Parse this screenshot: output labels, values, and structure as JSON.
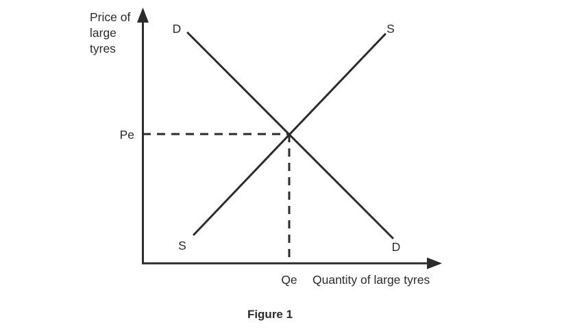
{
  "figure": {
    "caption": "Figure 1",
    "background_color": "#ffffff",
    "ink_color": "#2b2b2e"
  },
  "axes": {
    "y_axis_label_lines": [
      "Price of",
      "large",
      "tyres"
    ],
    "x_axis_label": "Quantity of large tyres",
    "y_tick_label": "Pe",
    "x_tick_label": "Qe"
  },
  "curves": {
    "demand": {
      "label_top": "D",
      "label_bottom": "D",
      "name": "demand-curve"
    },
    "supply": {
      "label_top": "S",
      "label_bottom": "S",
      "name": "supply-curve"
    }
  },
  "chart_data": {
    "type": "line",
    "title": "Figure 1",
    "xlabel": "Quantity of large tyres",
    "ylabel": "Price of large tyres",
    "grid": false,
    "legend": "inline-curve-labels",
    "xlim": [
      0,
      100
    ],
    "ylim": [
      0,
      100
    ],
    "x_tick_labels": [
      "Qe"
    ],
    "y_tick_labels": [
      "Pe"
    ],
    "annotations": [
      {
        "text": "D",
        "role": "demand-curve-upper-label"
      },
      {
        "text": "S",
        "role": "supply-curve-upper-label"
      },
      {
        "text": "S",
        "role": "supply-curve-lower-label"
      },
      {
        "text": "D",
        "role": "demand-curve-lower-label"
      },
      {
        "text": "Pe",
        "role": "equilibrium-price-tick"
      },
      {
        "text": "Qe",
        "role": "equilibrium-quantity-tick"
      }
    ],
    "series": [
      {
        "name": "Demand",
        "label": "D",
        "slope": "downward",
        "points": [
          [
            15.3,
            90.3
          ],
          [
            83.6,
            10.2
          ]
        ]
      },
      {
        "name": "Supply",
        "label": "S",
        "slope": "upward",
        "points": [
          [
            17.4,
            11.3
          ],
          [
            81.0,
            89.8
          ]
        ]
      }
    ],
    "equilibrium": {
      "label_price": "Pe",
      "label_quantity": "Qe",
      "x": 49.1,
      "y": 50.7
    },
    "guides": [
      {
        "type": "horizontal-dashed",
        "from": "y-axis",
        "to": "equilibrium",
        "label": "Pe"
      },
      {
        "type": "vertical-dashed",
        "from": "equilibrium",
        "to": "x-axis",
        "label": "Qe"
      }
    ]
  }
}
